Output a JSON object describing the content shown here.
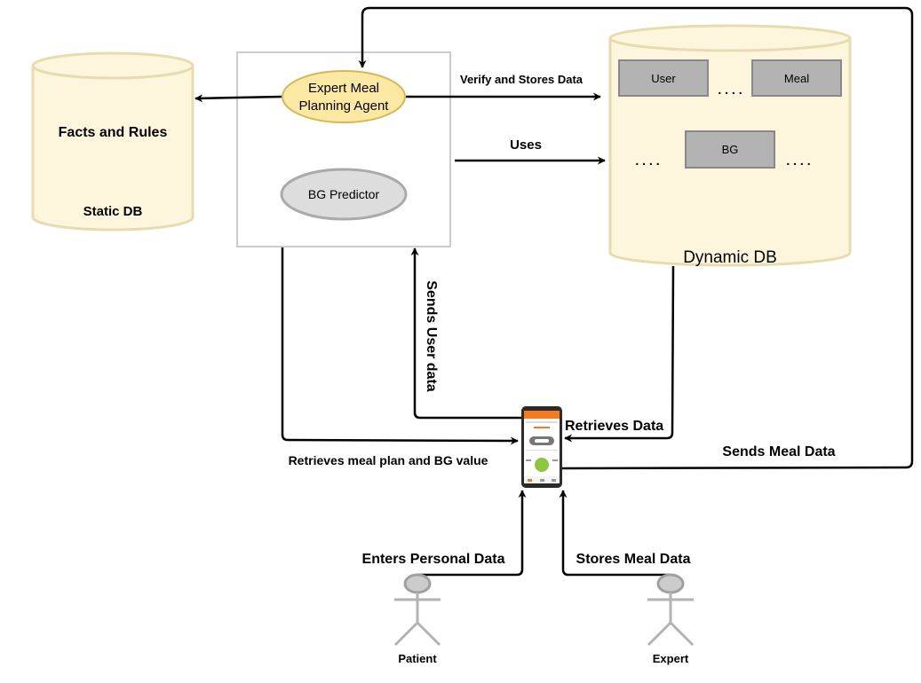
{
  "static_db": {
    "facts_label": "Facts and Rules",
    "name": "Static DB"
  },
  "agent": {
    "expert_label_line1": "Expert Meal",
    "expert_label_line2": "Planning Agent",
    "predictor_label": "BG Predictor"
  },
  "dynamic_db": {
    "name": "Dynamic DB",
    "tables": {
      "user": "User",
      "meal": "Meal",
      "bg": "BG"
    },
    "ellipsis": ". . . ."
  },
  "edges": {
    "verify_stores": "Verify and Stores Data",
    "uses": "Uses",
    "sends_user_data": "Sends User data",
    "retrieves_data": "Retrieves Data",
    "retrieves_meal_plan": "Retrieves meal plan and BG value",
    "sends_meal_data": "Sends Meal Data",
    "enters_personal_data": "Enters Personal Data",
    "stores_meal_data": "Stores Meal Data"
  },
  "actors": {
    "patient": "Patient",
    "expert": "Expert"
  },
  "colors": {
    "db_fill": "#fdf6dc",
    "db_stroke": "#e6dcae",
    "agent_fill": "#fbe8a3",
    "agent_stroke": "#d6b656",
    "predictor_fill": "#dddddd",
    "table_fill": "#b3b3b3",
    "actor_head": "#cccccc"
  }
}
